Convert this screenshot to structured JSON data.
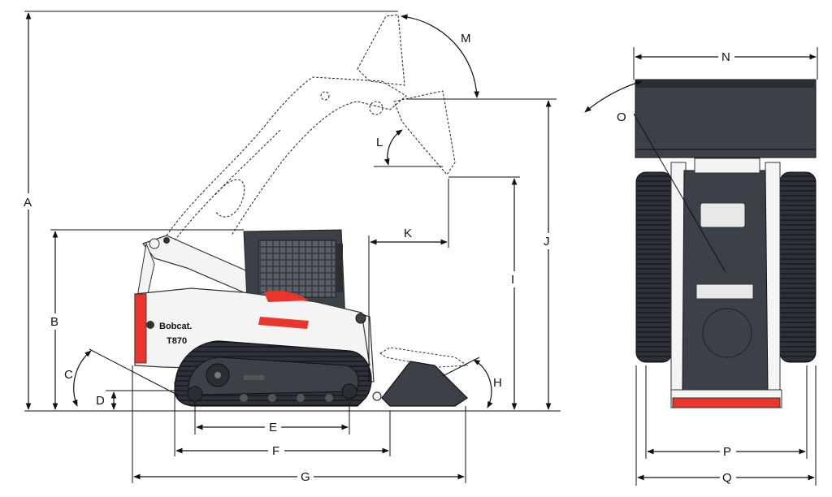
{
  "diagram": {
    "labels": {
      "A": "A",
      "B": "B",
      "C": "C",
      "D": "D",
      "E": "E",
      "F": "F",
      "G": "G",
      "H": "H",
      "I": "I",
      "J": "J",
      "K": "K",
      "L": "L",
      "M": "M",
      "N": "N",
      "O": "O",
      "P": "P",
      "Q": "Q"
    },
    "machine": {
      "brand": "Bobcat.",
      "model": "T870"
    },
    "colors": {
      "body": "#3c4047",
      "accent_red": "#e8362c",
      "white": "#f4f4f4"
    }
  }
}
